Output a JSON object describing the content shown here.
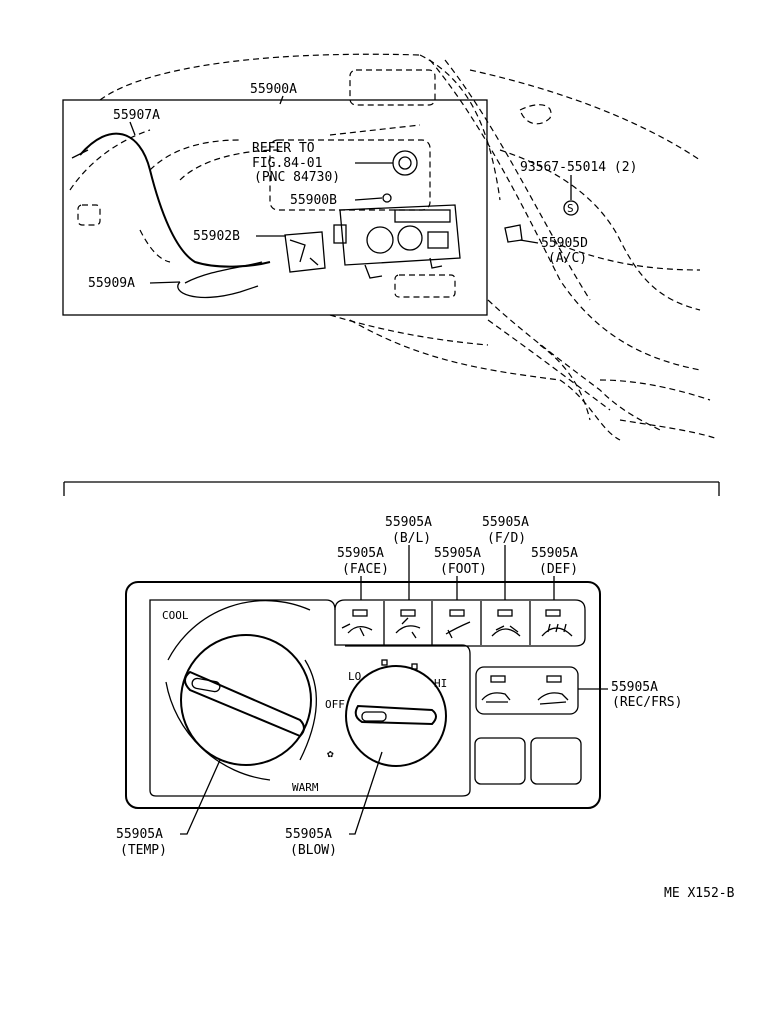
{
  "top": {
    "console_part": "55900A",
    "cable_part": "55907A",
    "refer_line1": "REFER TO",
    "refer_line2": "FIG.84-01",
    "refer_line3": "(PNC 84730)",
    "knob_part": "55900B",
    "bracket_part": "55902B",
    "wire_part": "55909A",
    "screw_part": "93567-55014 (2)",
    "ac_part": "55905D",
    "ac_note": "(A/C)"
  },
  "panel": {
    "face_part": "55905A",
    "face_note": "(FACE)",
    "bl_part": "55905A",
    "bl_note": "(B/L)",
    "foot_part": "55905A",
    "foot_note": "(FOOT)",
    "fd_part": "55905A",
    "fd_note": "(F/D)",
    "def_part": "55905A",
    "def_note": "(DEF)",
    "recfrs_part": "55905A",
    "recfrs_note": "(REC/FRS)",
    "temp_part": "55905A",
    "temp_note": "(TEMP)",
    "blow_part": "55905A",
    "blow_note": "(BLOW)",
    "cool_label": "COOL",
    "warm_label": "WARM",
    "lo_label": "LO",
    "hi_label": "HI",
    "off_label": "OFF"
  },
  "footer": {
    "figure_code": "ME  X152-B"
  }
}
